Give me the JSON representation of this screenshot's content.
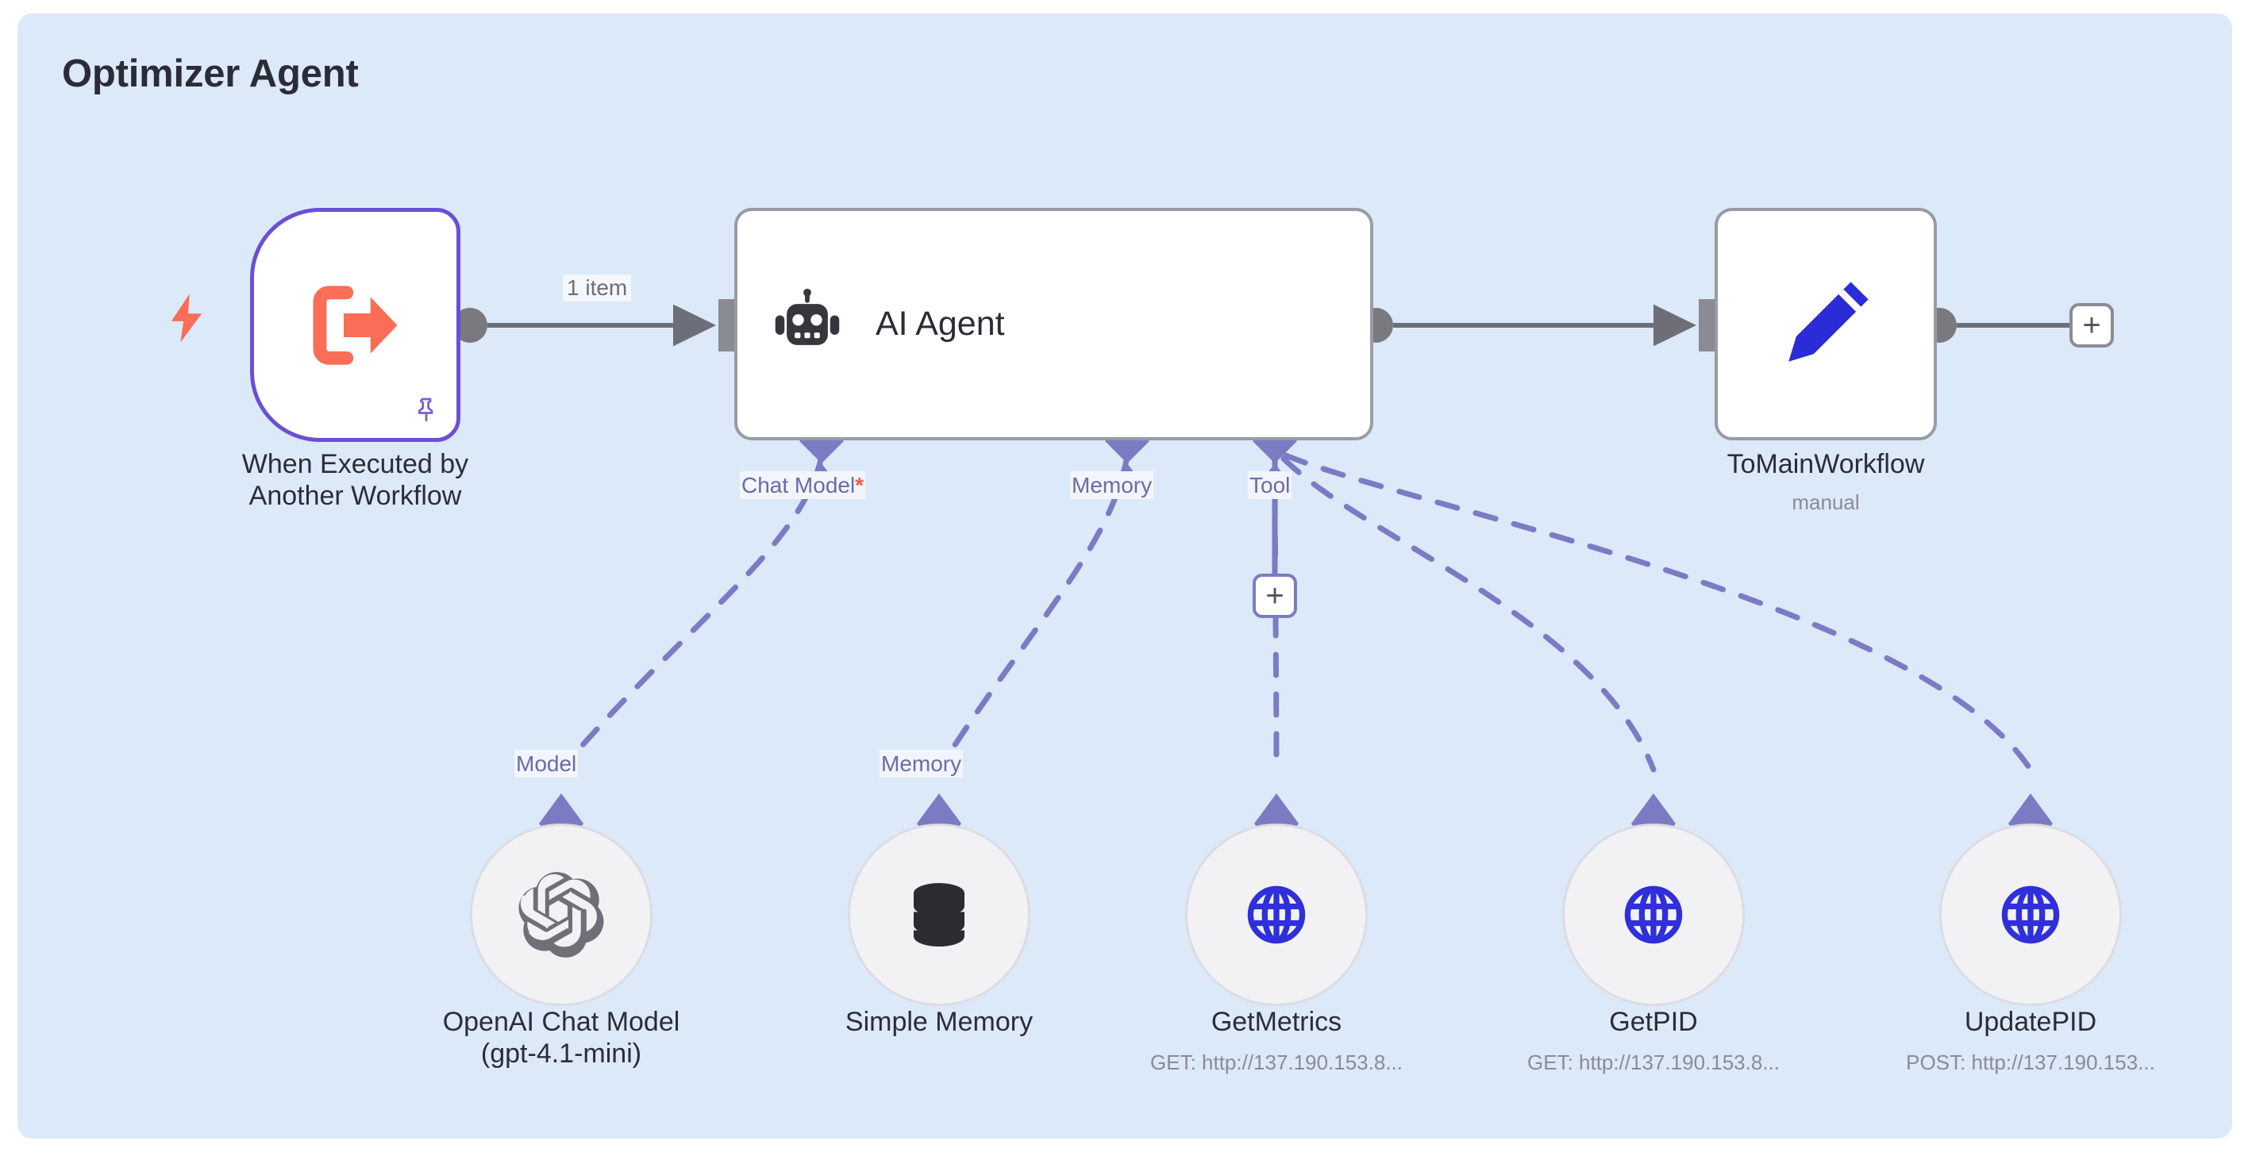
{
  "sticky": {
    "title": "Optimizer Agent"
  },
  "connections": {
    "main_item_count": "1 item"
  },
  "ports": [
    {
      "name": "chat-model-port",
      "label": "Chat Model",
      "required_marker": "*"
    },
    {
      "name": "memory-port",
      "label": "Memory",
      "required_marker": ""
    },
    {
      "name": "tool-port",
      "label": "Tool",
      "required_marker": ""
    },
    {
      "name": "model-port",
      "label": "Model",
      "required_marker": ""
    },
    {
      "name": "memory-sub-port",
      "label": "Memory",
      "required_marker": ""
    }
  ],
  "buttons": {
    "add_node_main": "+",
    "add_node_tool": "+"
  },
  "nodes": {
    "trigger": {
      "title": "When Executed by\nAnother Workflow",
      "icon": "execute-workflow-trigger-icon",
      "pin_icon": "pin-icon",
      "bolt_icon": "lightning-bolt-icon"
    },
    "agent": {
      "title": "AI Agent",
      "icon": "robot-icon"
    },
    "main_workflow": {
      "title": "ToMainWorkflow",
      "subtitle": "manual",
      "icon": "pencil-icon"
    },
    "openai": {
      "title": "OpenAI Chat Model\n(gpt-4.1-mini)",
      "icon": "openai-icon"
    },
    "memory": {
      "title": "Simple Memory",
      "icon": "database-icon"
    },
    "get_metrics": {
      "title": "GetMetrics",
      "subtitle": "GET: http://137.190.153.8...",
      "icon": "globe-icon"
    },
    "get_pid": {
      "title": "GetPID",
      "subtitle": "GET: http://137.190.153.8...",
      "icon": "globe-icon"
    },
    "update_pid": {
      "title": "UpdatePID",
      "subtitle": "POST: http://137.190.153...",
      "icon": "globe-icon"
    }
  },
  "colors": {
    "sticky_bg": "#dce9f8",
    "trigger_border": "#6a4fd8",
    "trigger_icon": "#fa6d56",
    "node_border": "#9a9aa5",
    "connector_gray": "#6e6e78",
    "connector_purple": "#7b7bc4",
    "globe_blue": "#2f2fdb",
    "pencil_blue": "#2b2bd8",
    "port_label": "#6b6ba8",
    "required_red": "#f05c46"
  }
}
